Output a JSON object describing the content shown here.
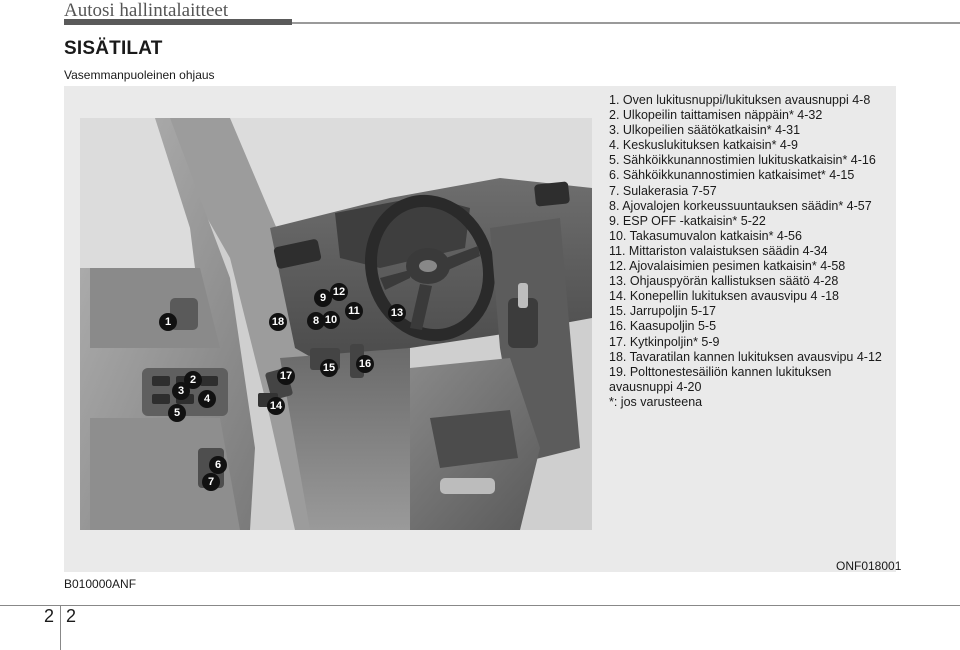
{
  "header": {
    "title": "Autosi hallintalaitteet"
  },
  "section": {
    "title": "SISÄTILAT",
    "subtitle": "Vasemmanpuoleinen ohjaus"
  },
  "legend": [
    "1. Oven lukitusnuppi/lukituksen avausnuppi 4-8",
    "2. Ulkopeilin taittamisen näppäin* 4-32",
    "3. Ulkopeilien säätökatkaisin* 4-31",
    "4. Keskuslukituksen katkaisin* 4-9",
    "5. Sähköikkunannostimien lukituskatkaisin* 4-16",
    "6. Sähköikkunannostimien katkaisimet* 4-15",
    "7. Sulakerasia 7-57",
    "8. Ajovalojen korkeussuuntauksen säädin* 4-57",
    "9. ESP OFF -katkaisin* 5-22",
    "10. Takasumuvalon katkaisin* 4-56",
    "11. Mittariston valaistuksen säädin 4-34",
    "12. Ajovalaisimien pesimen katkaisin* 4-58",
    "13. Ohjauspyörän kallistuksen säätö 4-28",
    "14. Konepellin lukituksen avausvipu 4 -18",
    "15. Jarrupoljin 5-17",
    "16. Kaasupoljin 5-5",
    "17. Kytkinpoljin* 5-9",
    "18. Tavaratilan kannen lukituksen avausvipu 4-12",
    "19. Polttonestesäiliön kannen lukituksen avausnuppi 4-20",
    "*: jos varusteena"
  ],
  "figure": {
    "callouts": [
      "1",
      "2",
      "3",
      "4",
      "5",
      "6",
      "7",
      "8",
      "9",
      "10",
      "11",
      "12",
      "13",
      "14",
      "15",
      "16",
      "17",
      "18"
    ]
  },
  "codes": {
    "left": "B010000ANF",
    "right": "ONF018001"
  },
  "footer": {
    "page_left": "2",
    "page_right": "2"
  }
}
